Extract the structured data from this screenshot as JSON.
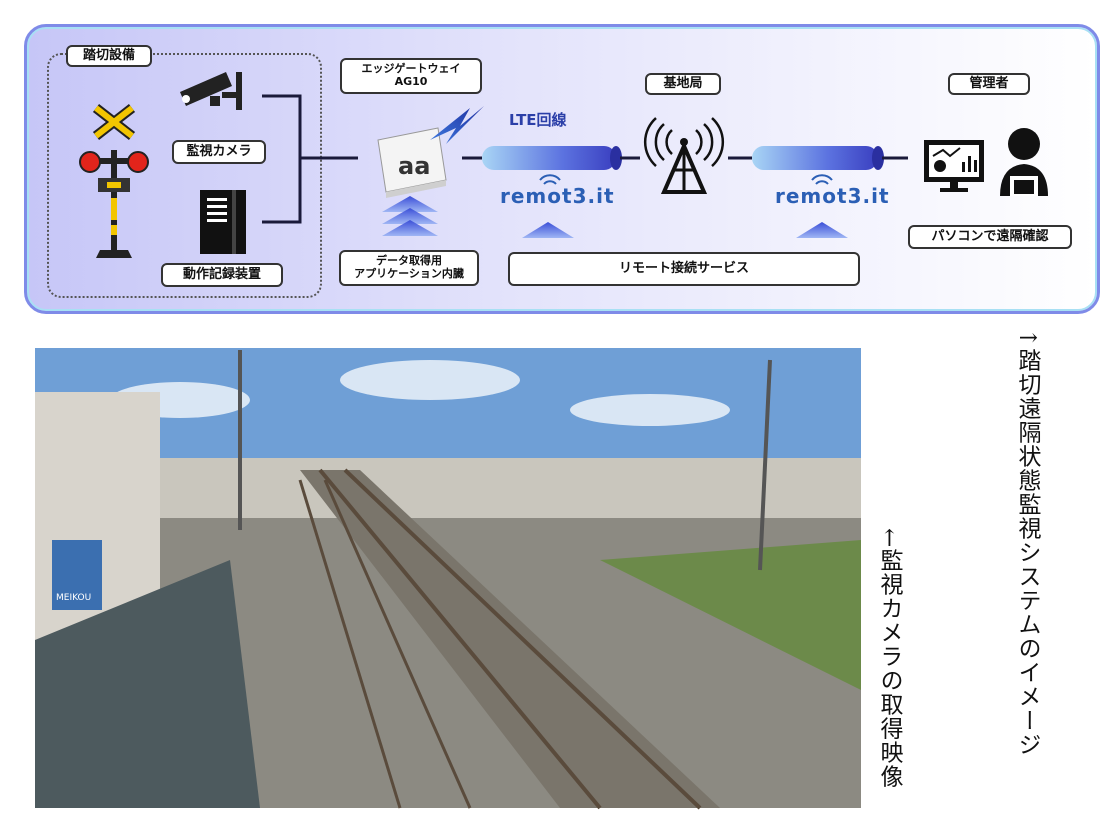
{
  "diagram": {
    "crossing_equipment": "踏切設備",
    "camera": "監視カメラ",
    "recorder": "動作記録装置",
    "gateway_line1": "エッジゲートウェイ",
    "gateway_line2": "AG10",
    "app_line1": "データ取得用",
    "app_line2": "アプリケーション内臓",
    "lte": "LTE回線",
    "base_station": "基地局",
    "remote_service": "リモート接続サービス",
    "remoteit_brand_1": "remot3.it",
    "remoteit_brand_2": "remot3.it",
    "admin": "管理者",
    "pc_check": "パソコンで遠隔確認",
    "gateway_logo": "aa"
  },
  "captions": {
    "system_image": "↑踏切遠隔状態監視システムのイメージ",
    "camera_image": "←監視カメラの取得映像"
  },
  "colors": {
    "panel_border": "#7f8be8",
    "cable": "#4a63d8",
    "brand_blue": "#2b5fb5"
  },
  "photo": {
    "sign_text": "MEIKOU"
  }
}
